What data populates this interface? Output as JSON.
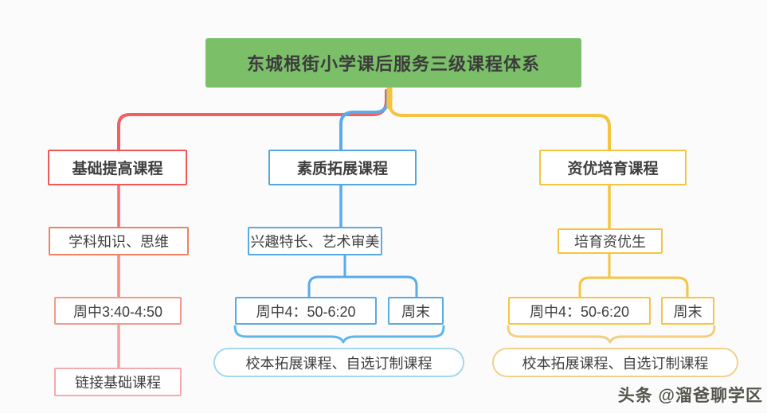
{
  "title": {
    "text": "东城根街小学课后服务三级课程体系",
    "bg_color": "#7cbf69",
    "text_color": "#3c3c3c"
  },
  "branches": [
    {
      "name": "basic-improvement",
      "color": "#f15f5f",
      "level1": "基础提高课程",
      "level2": "学科知识、思维",
      "schedule": [
        "周中3:40-4:50"
      ],
      "level4": "链接基础课程"
    },
    {
      "name": "quality-expansion",
      "color": "#54a6e4",
      "level1": "素质拓展课程",
      "level2": "兴趣特长、艺术审美",
      "schedule": [
        "周中4：50-6:20",
        "周末"
      ],
      "level4": "校本拓展课程、自选订制课程"
    },
    {
      "name": "gifted-cultivation",
      "color": "#f6c440",
      "level1": "资优培育课程",
      "level2": "培育资优生",
      "schedule": [
        "周中4：50-6:20",
        "周末"
      ],
      "level4": "校本拓展课程、自选订制课程"
    }
  ],
  "watermark": {
    "text": "头条 @溜爸聊学区"
  },
  "colors": {
    "background": "#fbfbfb",
    "red_line": "#f15f5f",
    "blue_line": "#5aabe8",
    "yellow_line": "#f6c33e",
    "blue_capsule_border": "#a3d7f2",
    "yellow_capsule_border": "#f1d18a"
  }
}
